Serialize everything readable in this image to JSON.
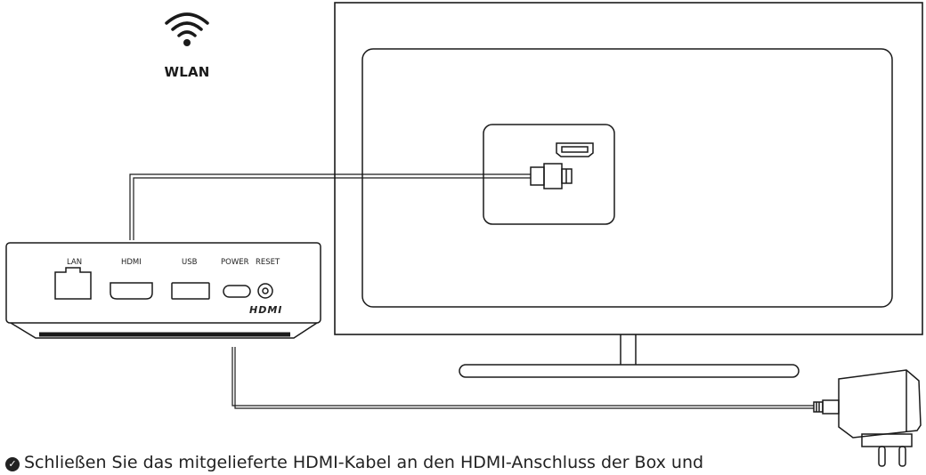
{
  "wifi": {
    "label": "WLAN",
    "icon": "wifi-icon"
  },
  "box": {
    "ports": [
      {
        "label": "LAN",
        "icon": "lan-port-icon"
      },
      {
        "label": "HDMI",
        "icon": "hdmi-port-icon"
      },
      {
        "label": "USB",
        "icon": "usb-port-icon"
      },
      {
        "label": "POWER",
        "icon": "power-port-icon"
      },
      {
        "label": "RESET",
        "icon": "reset-button-icon"
      }
    ],
    "logo_text": "HDMI"
  },
  "caption": {
    "icon": "check-circle-icon",
    "text": "Schließen Sie das mitgelieferte HDMI-Kabel an den HDMI-Anschluss der Box und"
  },
  "colors": {
    "line": "#1a1a1a",
    "background": "#ffffff"
  }
}
